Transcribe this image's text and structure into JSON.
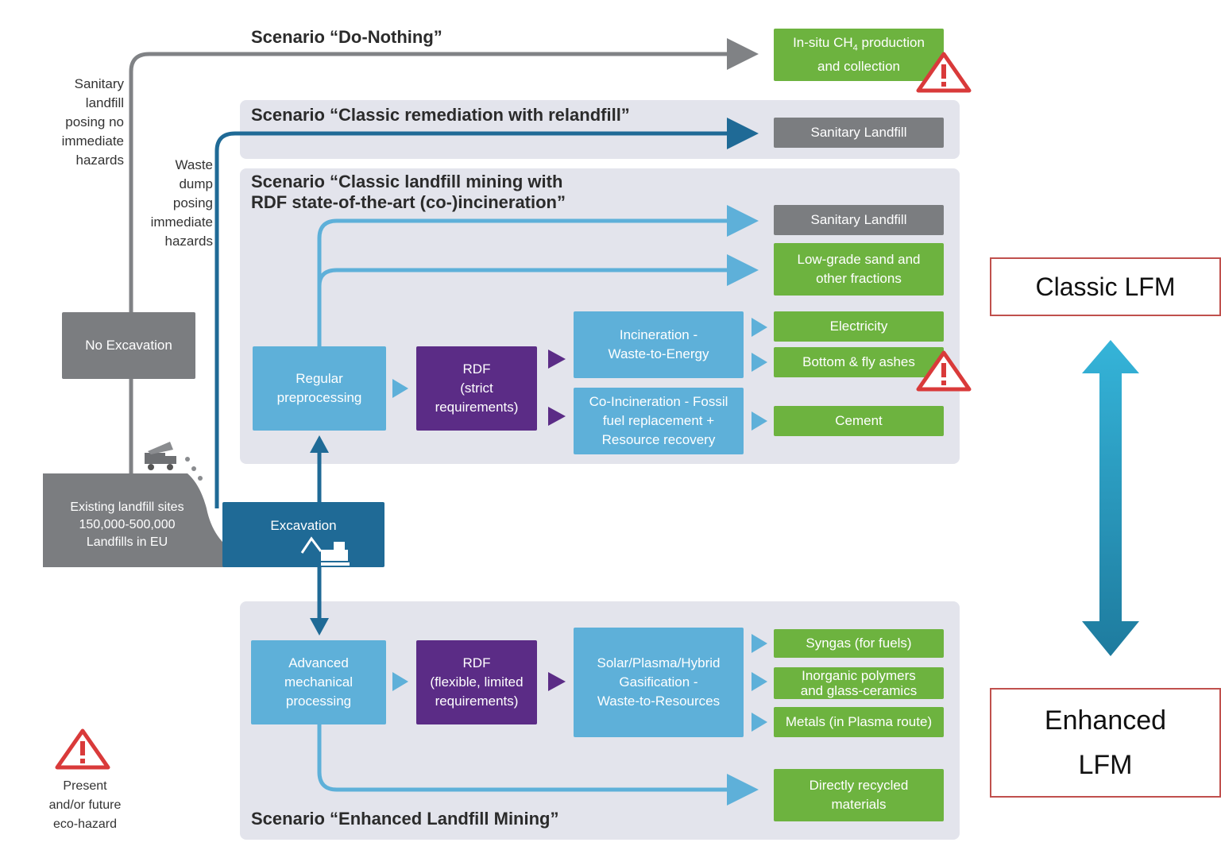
{
  "scenarios": {
    "do_nothing": "Scenario “Do-Nothing”",
    "classic_relandfill": "Scenario “Classic remediation with relandfill”",
    "classic_mining": "Scenario “Classic landfill mining with\nRDF state-of-the-art (co-)incineration”",
    "enhanced": "Scenario “Enhanced Landfill Mining”"
  },
  "side_labels": {
    "sanitary": "Sanitary\nlandfill\nposing no\nimmediate\nhazards",
    "waste_dump": "Waste\ndump\nposing\nimmediate\nhazards"
  },
  "nodes": {
    "no_excavation": "No Excavation",
    "existing": "Existing landfill sites\n150,000-500,000\nLandfills in EU",
    "excavation": "Excavation",
    "regular_pre": "Regular\npreprocessing",
    "rdf_strict": "RDF\n(strict\nrequirements)",
    "incineration": "Incineration -\nWaste-to-Energy",
    "coincineration": "Co-Incineration - Fossil\nfuel replacement +\nResource recovery",
    "advanced": "Advanced\nmechanical\nprocessing",
    "rdf_flexible": "RDF\n(flexible, limited\nrequirements)",
    "gasification": "Solar/Plasma/Hybrid\nGasification -\nWaste-to-Resources"
  },
  "outputs": {
    "ch4_prefix": "In-situ CH",
    "ch4_sub": "4",
    "ch4_suffix": " production",
    "ch4_line2": "and collection",
    "sanitary1": "Sanitary Landfill",
    "sanitary2": "Sanitary Landfill",
    "lowgrade": "Low-grade sand and\nother fractions",
    "electricity": "Electricity",
    "ashes": "Bottom & fly ashes",
    "cement": "Cement",
    "syngas": "Syngas (for fuels)",
    "inorganic": "Inorganic polymers\nand glass-ceramics",
    "metals": "Metals (in Plasma route)",
    "recycled": "Directly recycled\nmaterials"
  },
  "legend": {
    "hazard": "Present\nand/or future\neco-hazard"
  },
  "lfm": {
    "classic": "Classic LFM",
    "enhanced": "Enhanced\nLFM"
  },
  "colors": {
    "green": "#6db33f",
    "gray": "#7b7d80",
    "light_blue": "#5eb0d9",
    "purple": "#5b2c86",
    "dark_blue": "#1f6a96",
    "panel": "#e3e4ec",
    "hazard_red": "#d93a3a",
    "lfm_border": "#c0504d",
    "double_arrow": "#2aa6c9"
  },
  "icons": {
    "hazard": "warning-triangle-icon",
    "truck": "dump-truck-icon",
    "excavator": "excavator-icon"
  }
}
